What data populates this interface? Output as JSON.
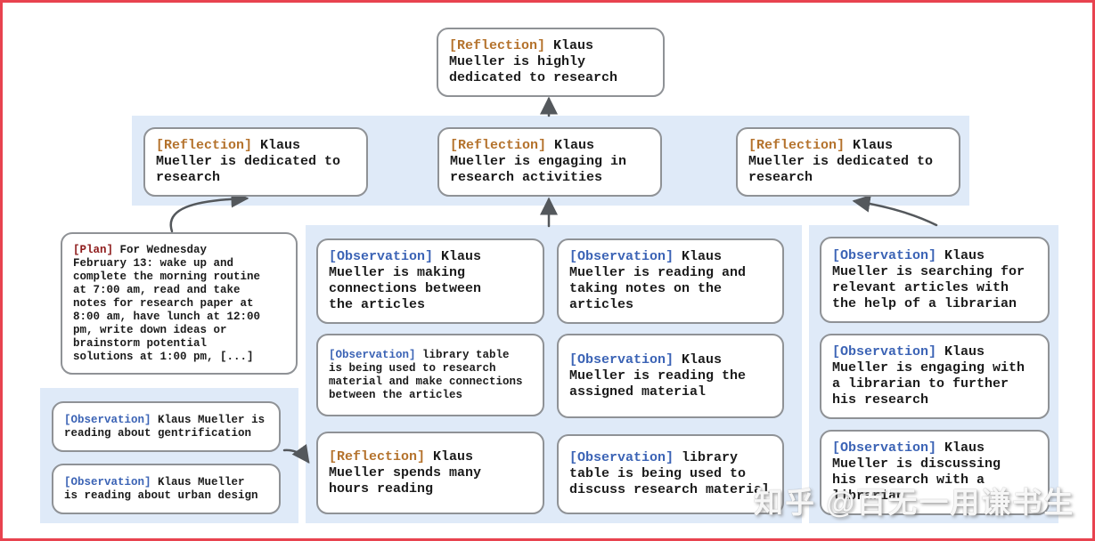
{
  "watermark": "知乎 @百无一用谦书生",
  "colors": {
    "reflection": "#b4722c",
    "observation": "#3b63b5",
    "plan": "#8e1b1b",
    "band": "#dfeaf8",
    "frame": "#e8434f",
    "arrow": "#54585c",
    "border": "#8f9296"
  },
  "nodes": {
    "top": {
      "tag": "[Reflection]",
      "type": "reflection",
      "text": "Klaus\nMueller is highly\ndedicated to research"
    },
    "r1": {
      "tag": "[Reflection]",
      "type": "reflection",
      "text": "Klaus\nMueller is dedicated to\nresearch"
    },
    "r2": {
      "tag": "[Reflection]",
      "type": "reflection",
      "text": "Klaus\nMueller is engaging in\nresearch activities"
    },
    "r3": {
      "tag": "[Reflection]",
      "type": "reflection",
      "text": "Klaus\nMueller is dedicated to\nresearch"
    },
    "plan": {
      "tag": "[Plan]",
      "type": "plan",
      "text": "For Wednesday\nFebruary 13: wake up and\ncomplete the morning routine\nat 7:00 am, read and take\nnotes for research paper at\n8:00 am, have lunch at 12:00\npm, write down ideas or\nbrainstorm potential\nsolutions at 1:00 pm, [...]"
    },
    "l1": {
      "tag": "[Observation]",
      "type": "observation",
      "text": "Klaus Mueller is\nreading about gentrification"
    },
    "l2": {
      "tag": "[Observation]",
      "type": "observation",
      "text": "Klaus Mueller\nis reading about urban design"
    },
    "a1": {
      "tag": "[Observation]",
      "type": "observation",
      "text": "Klaus\nMueller is making\nconnections between\nthe articles"
    },
    "a2": {
      "tag": "[Observation]",
      "type": "observation",
      "text": "library table\nis being used to research\nmaterial and make connections\nbetween the articles"
    },
    "a3": {
      "tag": "[Reflection]",
      "type": "reflection",
      "text": "Klaus\nMueller spends many\nhours reading"
    },
    "b1": {
      "tag": "[Observation]",
      "type": "observation",
      "text": "Klaus\nMueller is reading and\ntaking notes on the\narticles"
    },
    "b2": {
      "tag": "[Observation]",
      "type": "observation",
      "text": "Klaus\nMueller is reading the\nassigned material"
    },
    "b3": {
      "tag": "[Observation]",
      "type": "observation",
      "text": "library\ntable is being used to\ndiscuss research material"
    },
    "c1": {
      "tag": "[Observation]",
      "type": "observation",
      "text": "Klaus\nMueller is searching for\nrelevant articles with\nthe help of a librarian"
    },
    "c2": {
      "tag": "[Observation]",
      "type": "observation",
      "text": "Klaus\nMueller is engaging with\na librarian to further\nhis research"
    },
    "c3": {
      "tag": "[Observation]",
      "type": "observation",
      "text": "Klaus\nMueller is discussing\nhis research with a\nlibrarian"
    }
  }
}
